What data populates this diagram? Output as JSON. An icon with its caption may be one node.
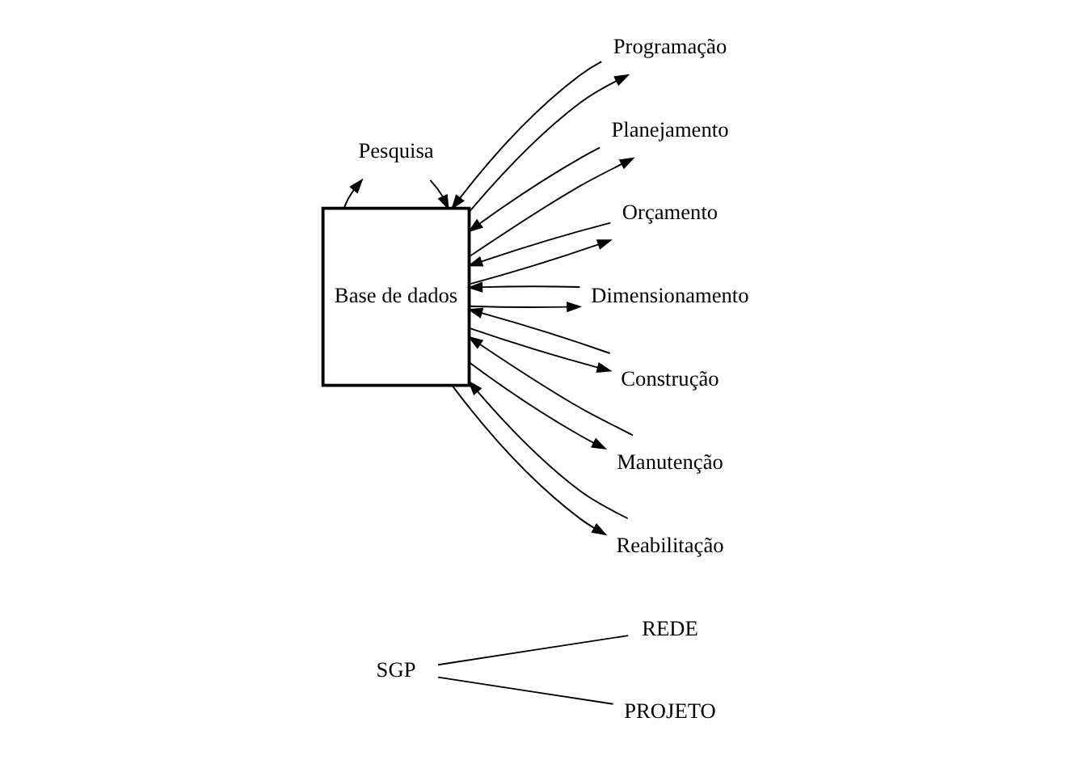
{
  "diagram": {
    "nodes": [
      {
        "text": [
          "SGP"
        ]
      },
      {
        "text": [
          "REDE"
        ]
      },
      {
        "text": [
          "PROJETO"
        ]
      },
      {
        "text": [
          "Base de dados"
        ]
      },
      {
        "text": [
          "Programação"
        ]
      },
      {
        "text": [
          "Planejamento"
        ]
      },
      {
        "text": [
          "Orçamento"
        ]
      },
      {
        "text": [
          "Dimensionamento"
        ]
      },
      {
        "text": [
          "Construção"
        ]
      },
      {
        "text": [
          "Manutenção"
        ]
      },
      {
        "text": [
          "Reabilitação"
        ]
      },
      {
        "text": [
          "Pesquisa"
        ]
      }
    ],
    "edges": [
      {
        "from": 0,
        "to": 1,
        "arrow": "none"
      },
      {
        "from": 0,
        "to": 2,
        "arrow": "none"
      },
      {
        "from": 4,
        "to": 3,
        "arrow": "to"
      },
      {
        "from": 3,
        "to": 4,
        "arrow": "to"
      },
      {
        "from": 5,
        "to": 3,
        "arrow": "to"
      },
      {
        "from": 3,
        "to": 5,
        "arrow": "to"
      },
      {
        "from": 6,
        "to": 3,
        "arrow": "to"
      },
      {
        "from": 3,
        "to": 6,
        "arrow": "to"
      },
      {
        "from": 7,
        "to": 3,
        "arrow": "to"
      },
      {
        "from": 3,
        "to": 7,
        "arrow": "to"
      },
      {
        "from": 8,
        "to": 3,
        "arrow": "to"
      },
      {
        "from": 3,
        "to": 8,
        "arrow": "to"
      },
      {
        "from": 9,
        "to": 3,
        "arrow": "to"
      },
      {
        "from": 3,
        "to": 9,
        "arrow": "to"
      },
      {
        "from": 10,
        "to": 3,
        "arrow": "to"
      },
      {
        "from": 3,
        "to": 10,
        "arrow": "to"
      },
      {
        "from": 11,
        "to": 3,
        "arrow": "to"
      },
      {
        "from": 3,
        "to": 11,
        "arrow": "to"
      }
    ]
  }
}
